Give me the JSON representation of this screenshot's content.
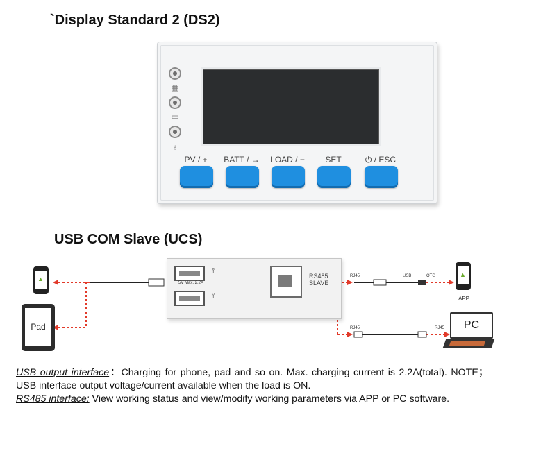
{
  "section1": {
    "title": "`Display Standard 2 (DS2)"
  },
  "ds2": {
    "buttons": [
      {
        "label": "PV / +"
      },
      {
        "label": "BATT / →"
      },
      {
        "label": "LOAD / −"
      },
      {
        "label": "SET"
      },
      {
        "label": "⏻ / ESC"
      }
    ],
    "status_icons": [
      "led-indicator",
      "solar-panel-icon",
      "led-indicator",
      "battery-icon",
      "led-indicator",
      "bulb-icon"
    ]
  },
  "section2": {
    "title": "USB COM Slave (UCS)"
  },
  "ucs": {
    "usb_spec": "5V  Max. 2.2A",
    "rs485_line1": "RS485",
    "rs485_line2": "SLAVE",
    "labels": {
      "rj45_top_left": "RJ45",
      "usb_mid": "USB",
      "otg": "OTG",
      "rj45_bottom_left": "RJ45",
      "rj45_bottom_right": "RJ45",
      "app": "APP",
      "pc": "PC",
      "pad": "Pad"
    }
  },
  "description": {
    "usb_title": "USB output interface",
    "usb_text": "：Charging for phone, pad and so on. Max. charging current is 2.2A(total). NOTE；USB interface output voltage/current available when the load is ON.",
    "rs485_title": "RS485 interface:",
    "rs485_text": " View working status and view/modify working parameters via APP or PC software."
  },
  "colors": {
    "button_blue": "#1f8fe0",
    "screen": "#2b2d2f",
    "dashed_red": "#e23a2a"
  }
}
